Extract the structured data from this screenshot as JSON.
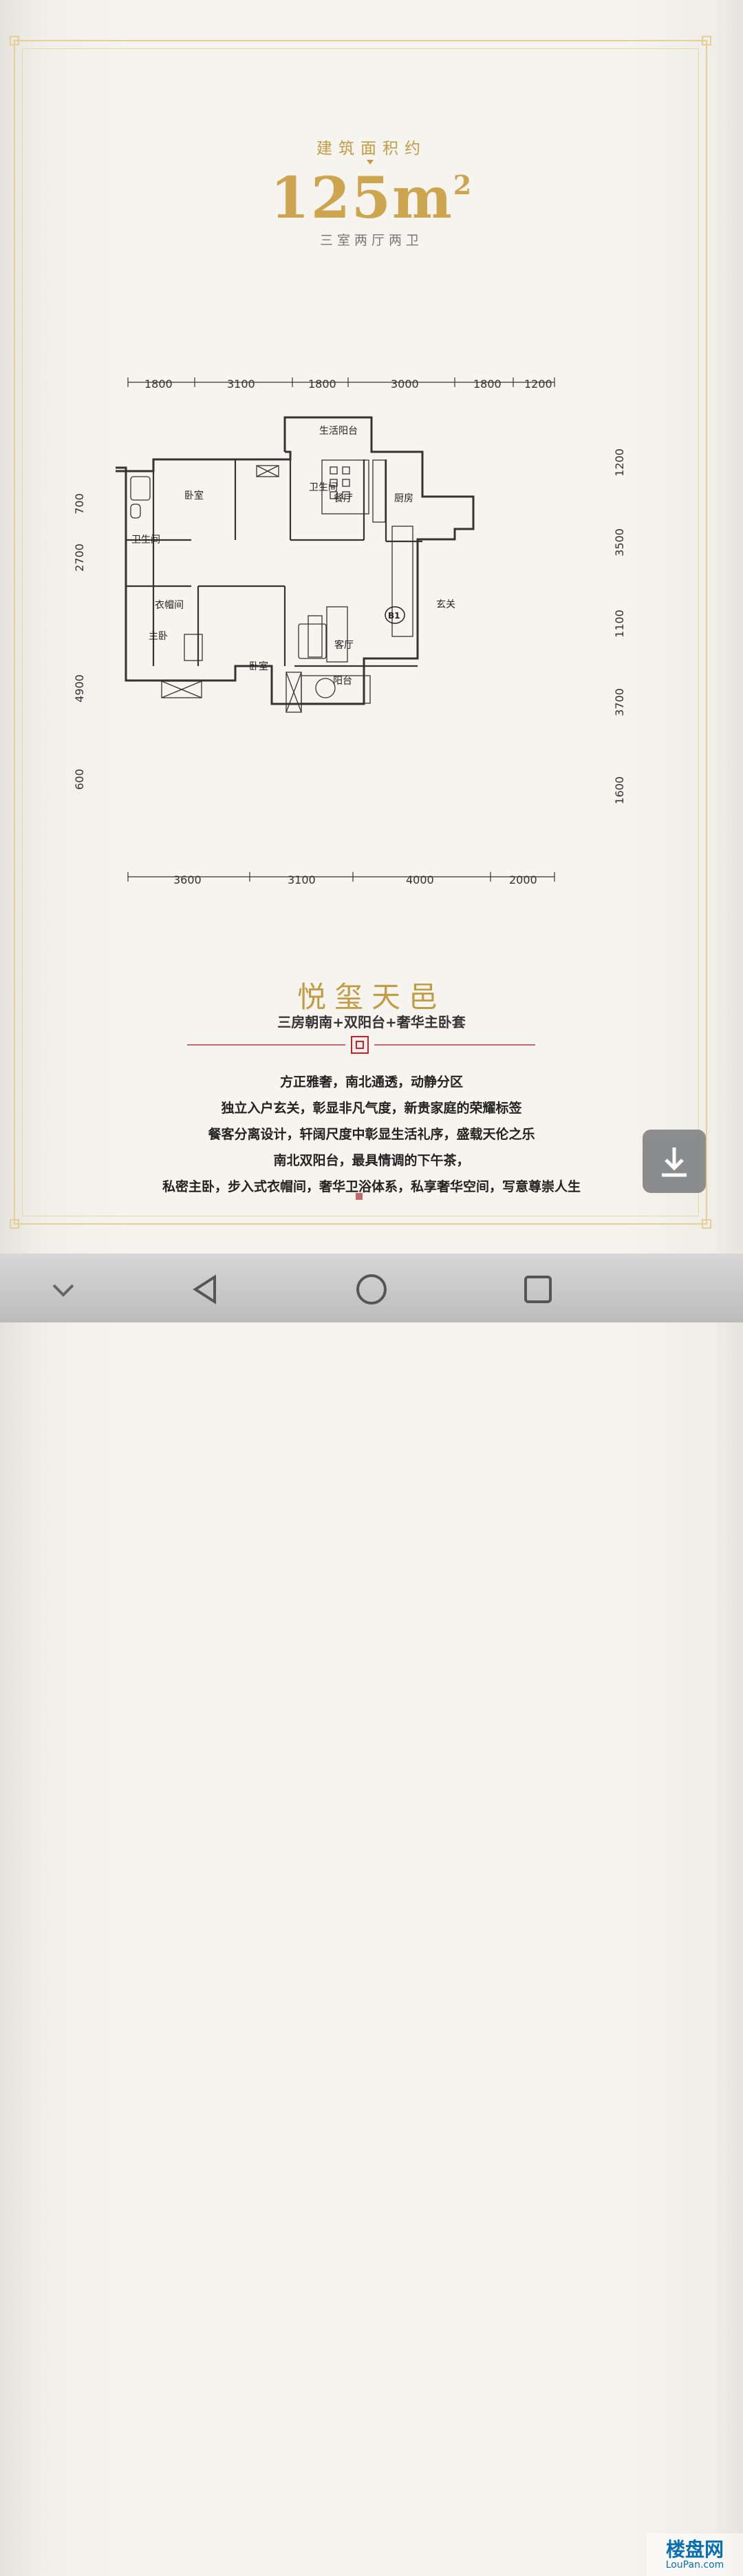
{
  "header": {
    "area_label": "建筑面积约",
    "area_value": "125m",
    "area_unit_sup": "2",
    "layout_type": "三室两厅两卫"
  },
  "floorplan": {
    "dims_top": [
      "1800",
      "3100",
      "1800",
      "3000",
      "1800",
      "1200"
    ],
    "dims_bottom": [
      "3600",
      "3100",
      "4000",
      "2000"
    ],
    "dims_left": [
      "700",
      "2700",
      "4900",
      "600"
    ],
    "dims_right": [
      "1200",
      "3500",
      "1100",
      "3700",
      "1600"
    ],
    "rooms": {
      "balcony_top": "生活阳台",
      "bedroom_1": "卧室",
      "bathroom_1": "卫生间",
      "bathroom_2": "卫生间",
      "dining": "餐厅",
      "kitchen": "厨房",
      "unit_tag": "B1",
      "foyer": "玄关",
      "closet": "衣帽间",
      "master": "主卧",
      "bedroom_2": "卧室",
      "living": "客厅",
      "balcony_bottom": "阳台"
    }
  },
  "project": {
    "name": "悦玺天邑",
    "tagline": "三房朝南+双阳台+奢华主卧套",
    "description": [
      "方正雅奢，南北通透，动静分区",
      "独立入户玄关，彰显非凡气度，新贵家庭的荣耀标签",
      "餐客分离设计，轩阔尺度中彰显生活礼序，盛载天伦之乐",
      "南北双阳台，最具情调的下午茶，",
      "私密主卧，步入式衣帽间，奢华卫浴体系，私享奢华空间，写意尊崇人生"
    ]
  },
  "watermark": {
    "name": "楼盘网",
    "url": "LouPan.com"
  },
  "icons": {
    "download": "download-icon",
    "back": "back-icon",
    "home": "home-icon",
    "recents": "recents-icon"
  },
  "colors": {
    "gold": "#c29b45",
    "frame": "#e5cf92",
    "seal": "#b52b2b",
    "watermark": "#0a6fb0"
  }
}
